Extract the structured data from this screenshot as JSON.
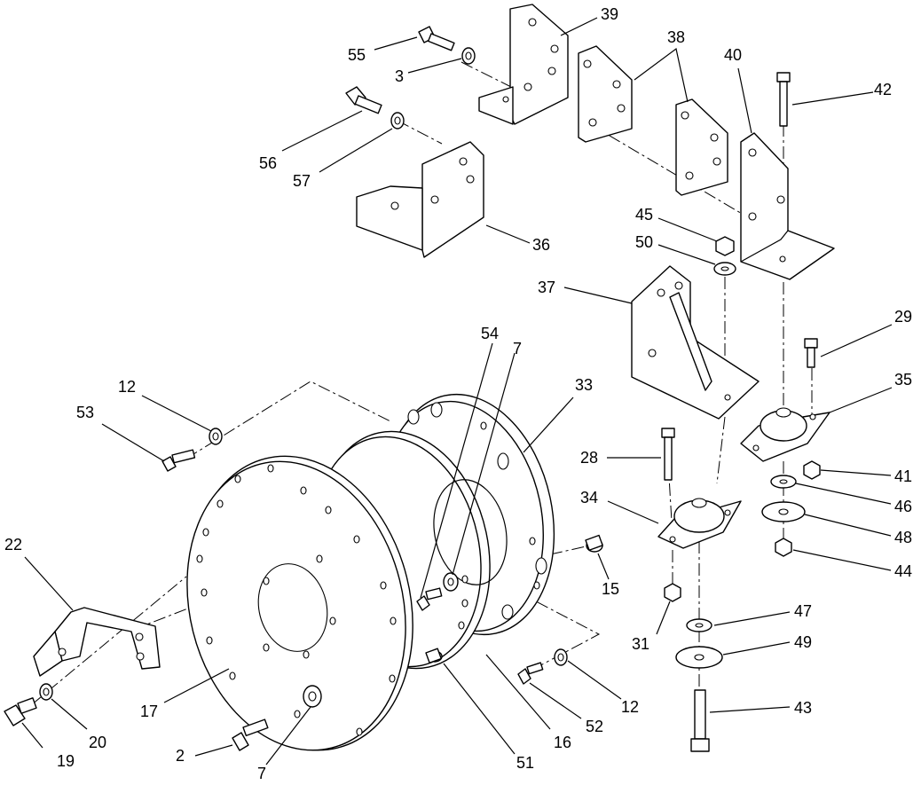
{
  "diagram": {
    "callouts": [
      {
        "id": "c55",
        "text": "55"
      },
      {
        "id": "c3",
        "text": "3"
      },
      {
        "id": "c39",
        "text": "39"
      },
      {
        "id": "c38",
        "text": "38"
      },
      {
        "id": "c40",
        "text": "40"
      },
      {
        "id": "c42",
        "text": "42"
      },
      {
        "id": "c56",
        "text": "56"
      },
      {
        "id": "c57",
        "text": "57"
      },
      {
        "id": "c36",
        "text": "36"
      },
      {
        "id": "c45",
        "text": "45"
      },
      {
        "id": "c50",
        "text": "50"
      },
      {
        "id": "c37",
        "text": "37"
      },
      {
        "id": "c29",
        "text": "29"
      },
      {
        "id": "c35",
        "text": "35"
      },
      {
        "id": "c54",
        "text": "54"
      },
      {
        "id": "c7a",
        "text": "7"
      },
      {
        "id": "c33",
        "text": "33"
      },
      {
        "id": "c12a",
        "text": "12"
      },
      {
        "id": "c53",
        "text": "53"
      },
      {
        "id": "c28",
        "text": "28"
      },
      {
        "id": "c41",
        "text": "41"
      },
      {
        "id": "c46",
        "text": "46"
      },
      {
        "id": "c34",
        "text": "34"
      },
      {
        "id": "c48",
        "text": "48"
      },
      {
        "id": "c22",
        "text": "22"
      },
      {
        "id": "c15",
        "text": "15"
      },
      {
        "id": "c44",
        "text": "44"
      },
      {
        "id": "c31",
        "text": "31"
      },
      {
        "id": "c47",
        "text": "47"
      },
      {
        "id": "c49",
        "text": "49"
      },
      {
        "id": "c17",
        "text": "17"
      },
      {
        "id": "c12b",
        "text": "12"
      },
      {
        "id": "c43",
        "text": "43"
      },
      {
        "id": "c52",
        "text": "52"
      },
      {
        "id": "c20",
        "text": "20"
      },
      {
        "id": "c16",
        "text": "16"
      },
      {
        "id": "c19",
        "text": "19"
      },
      {
        "id": "c2",
        "text": "2"
      },
      {
        "id": "c51",
        "text": "51"
      },
      {
        "id": "c7b",
        "text": "7"
      }
    ]
  }
}
